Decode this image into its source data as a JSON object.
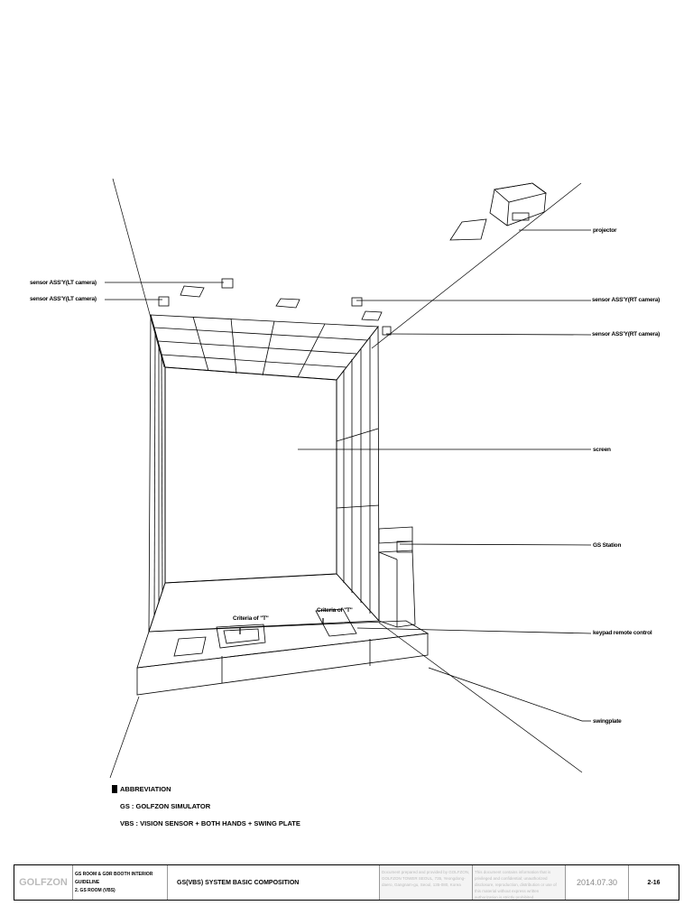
{
  "labels": {
    "sensor_lt_1": "sensor ASS'Y(LT camera)",
    "sensor_lt_2": "sensor ASS'Y(LT camera)",
    "projector": "projector",
    "sensor_rt_1": "sensor ASS'Y(RT camera)",
    "sensor_rt_2": "sensor ASS'Y(RT camera)",
    "screen": "screen",
    "gs_station": "GS Station",
    "keypad": "keypad remote control",
    "swingplate": "swingplate",
    "criteria_1": "Criteria of \"T\"",
    "criteria_2": "Criteria of \"T\""
  },
  "legend": {
    "heading": "ABBREVIATION",
    "gs": "GS : GOLFZON SIMULATOR",
    "vbs": "VBS : VISION SENSOR + BOTH HANDS + SWING PLATE"
  },
  "title_block": {
    "logo": "GOLFZON",
    "guide_line1": "GS ROOM & GDR BOOTH INTERIOR GUIDELINE",
    "guide_line2": "2. GS ROOM (VBS)",
    "sheet_title": "GS(VBS) SYSTEM BASIC COMPOSITION",
    "note1": "Document prepared and provided by GOLFZON, GOLFZON TOWER SEOUL, 735, Yeongdong-daero, Gangnam-gu, Seoul, 135-080, Korea",
    "note2": "This document contains information that is privileged and confidential; unauthorized disclosure, reproduction, distribution or use of this material without express written authorization is strictly prohibited.",
    "date": "2014.07.30",
    "page": "2-16"
  }
}
